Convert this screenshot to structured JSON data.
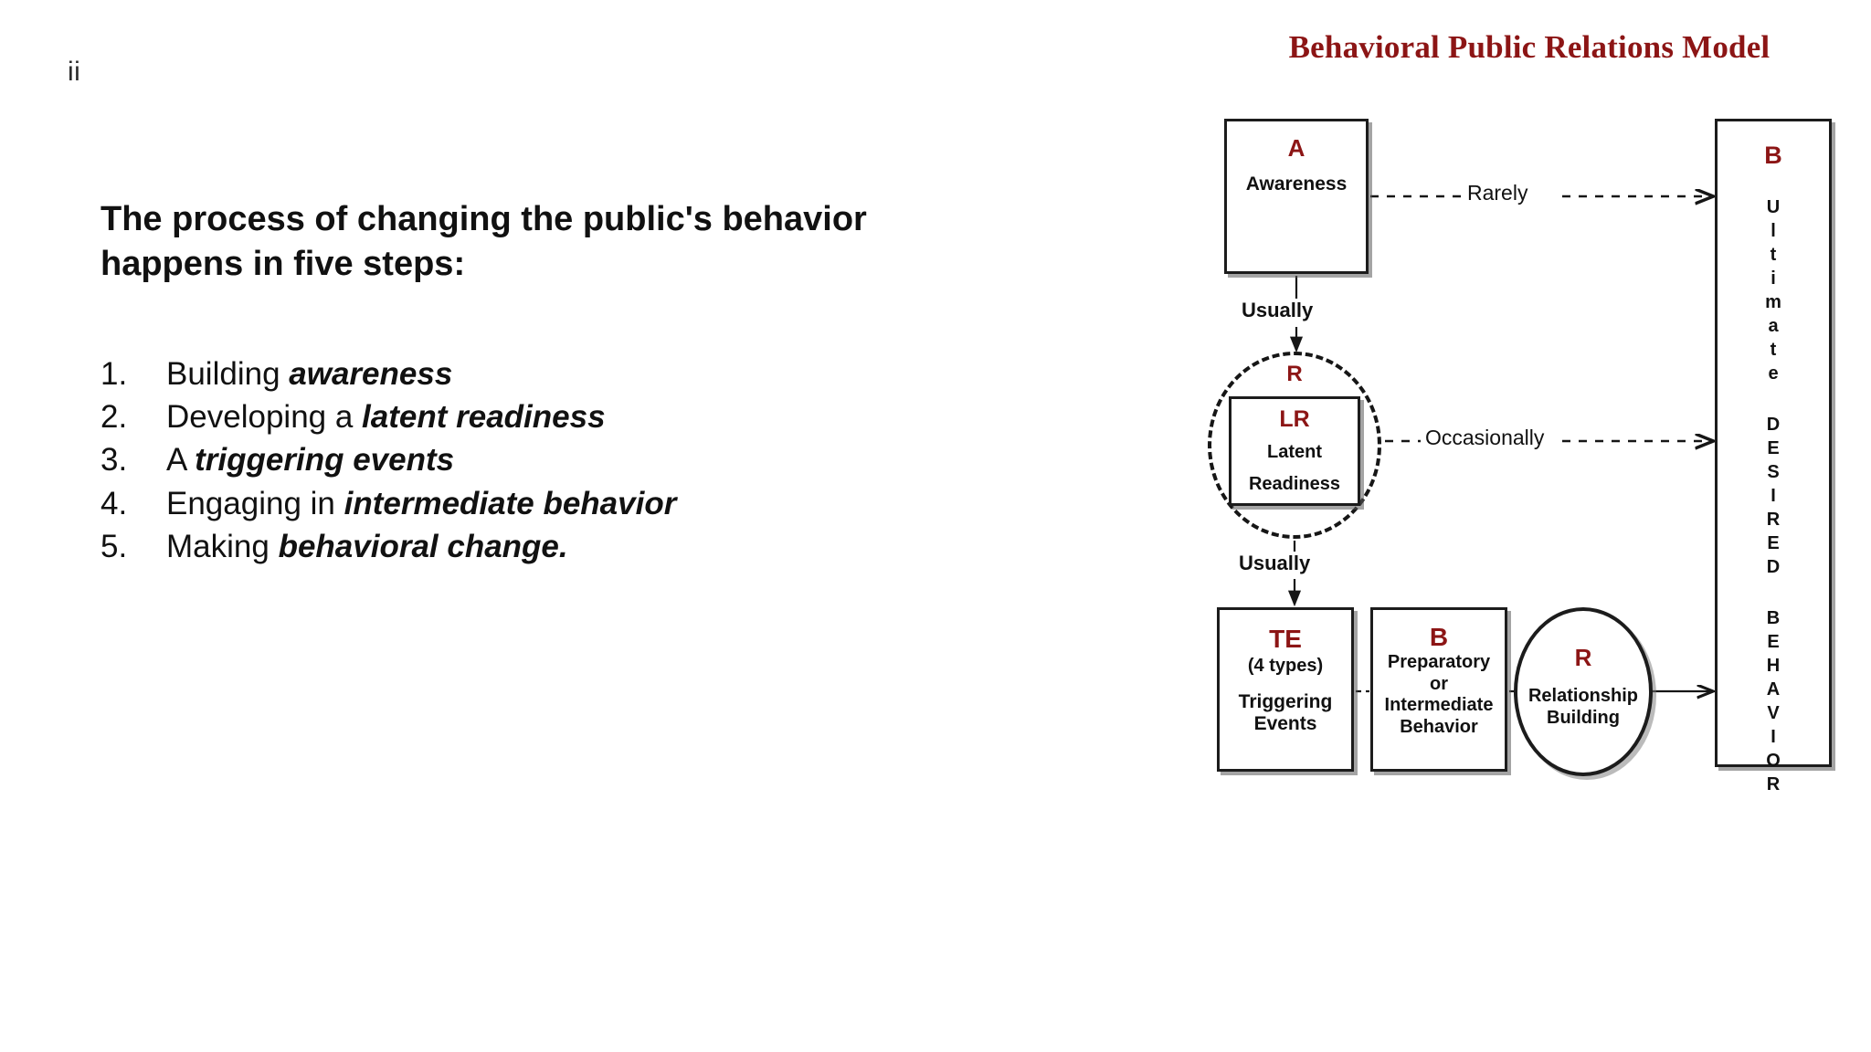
{
  "slide": {
    "number": "ii",
    "lead_paragraph": "The process of changing the public's behavior happens in five steps:",
    "steps": [
      {
        "num": "1.",
        "plain_before": "Building ",
        "emphasis": "awareness",
        "plain_after": ""
      },
      {
        "num": "2.",
        "plain_before": "Developing a ",
        "emphasis": "latent readiness",
        "plain_after": ""
      },
      {
        "num": "3.",
        "plain_before": "A ",
        "emphasis": "triggering events",
        "plain_after": ""
      },
      {
        "num": "4.",
        "plain_before": "Engaging in ",
        "emphasis": "intermediate behavior",
        "plain_after": ""
      },
      {
        "num": "5.",
        "plain_before": "Making ",
        "emphasis": "behavioral change.",
        "plain_after": ""
      }
    ]
  },
  "diagram": {
    "title": "Behavioral Public Relations Model",
    "accent_color": "#8C1515",
    "nodes": {
      "awareness": {
        "code": "A",
        "label": "Awareness"
      },
      "latent_readiness": {
        "ring_code": "R",
        "code": "LR",
        "label_line1": "Latent",
        "label_line2": "Readiness"
      },
      "triggering_events": {
        "code": "TE",
        "subtitle": "(4 types)",
        "label_line1": "Triggering",
        "label_line2": "Events"
      },
      "intermediate_behavior": {
        "code": "B",
        "label_line1": "Preparatory",
        "label_line2": "or",
        "label_line3": "Intermediate",
        "label_line4": "Behavior"
      },
      "relationship_building": {
        "code": "R",
        "label_line1": "Relationship",
        "label_line2": "Building"
      },
      "ultimate_behavior": {
        "code": "B",
        "word1": "Ultimate",
        "word2": "DESIRED",
        "word3": "BEHAVIOR"
      }
    },
    "connectors": {
      "awareness_to_ultimate": "Rarely",
      "awareness_to_latent": "Usually",
      "latent_to_ultimate": "Occasionally",
      "latent_to_triggering": "Usually"
    }
  }
}
